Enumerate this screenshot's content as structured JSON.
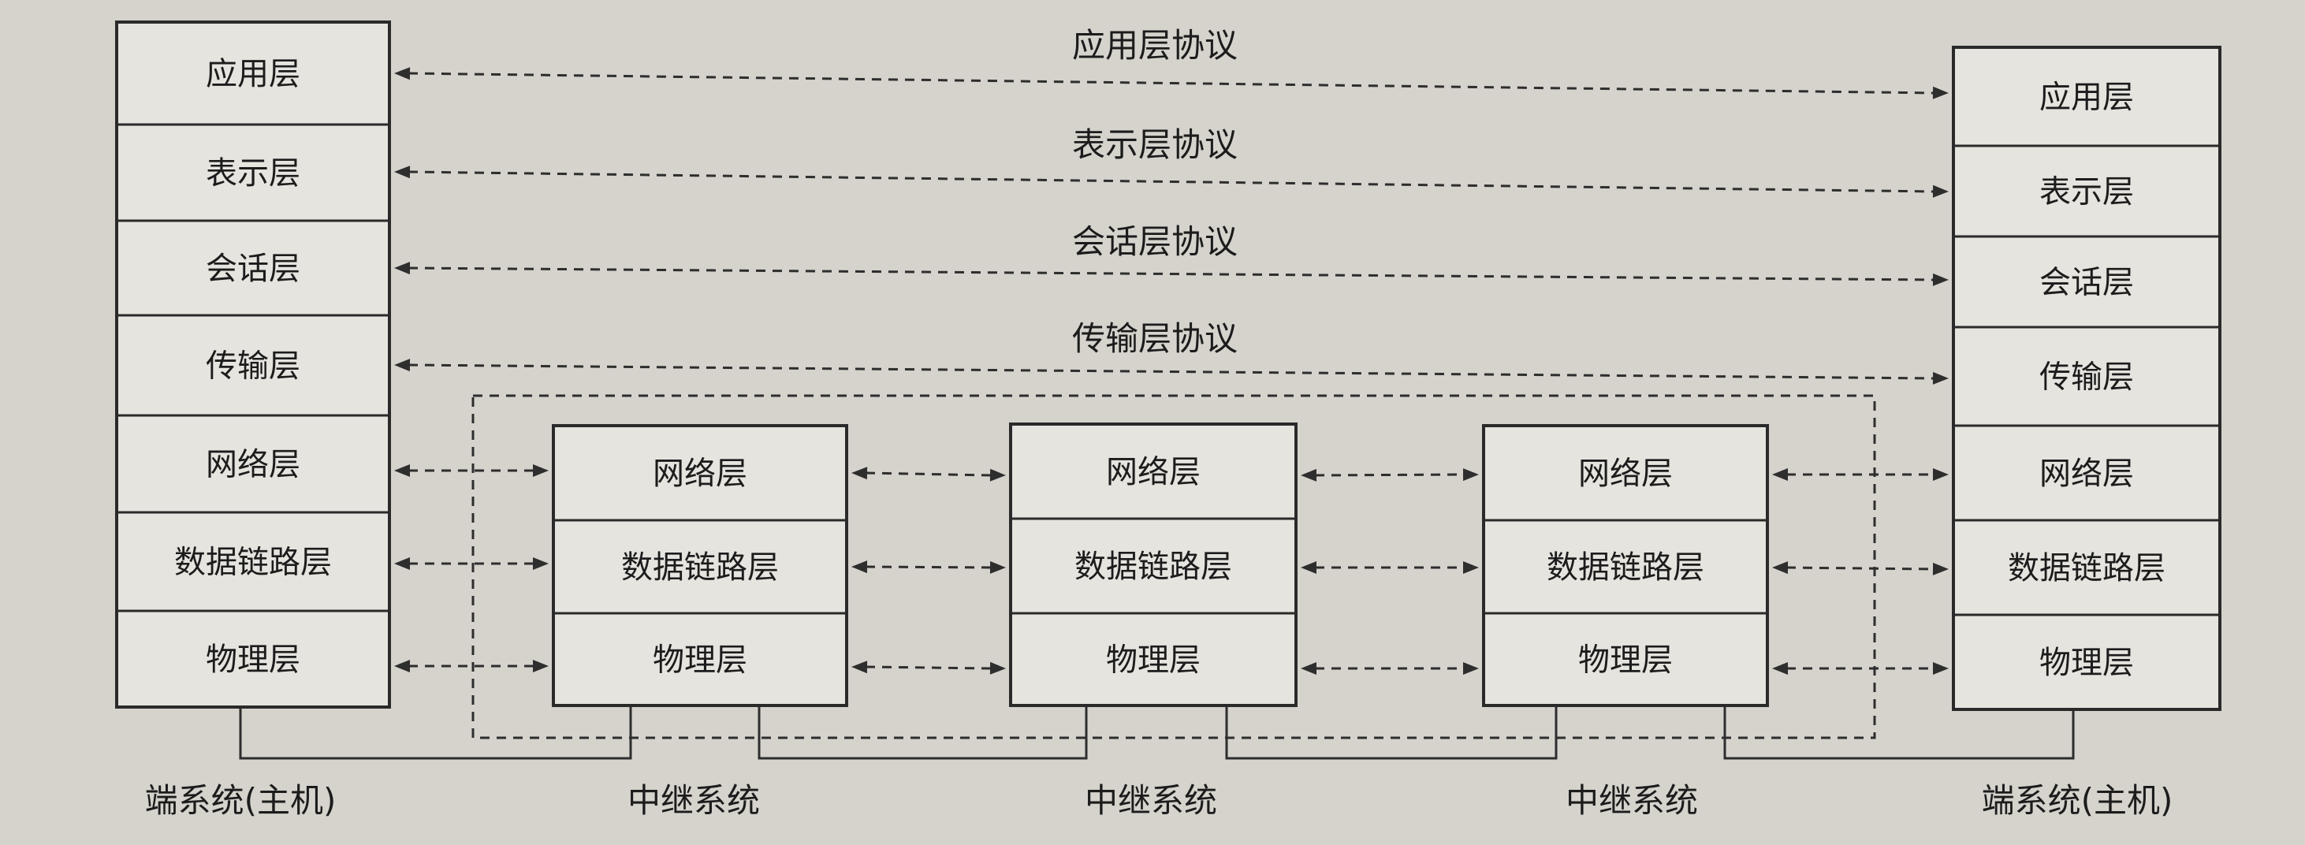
{
  "protocols": {
    "application": "应用层协议",
    "presentation": "表示层协议",
    "session": "会话层协议",
    "transport": "传输层协议"
  },
  "host_layers": [
    "应用层",
    "表示层",
    "会话层",
    "传输层",
    "网络层",
    "数据链路层",
    "物理层"
  ],
  "relay_layers": [
    "网络层",
    "数据链路层",
    "物理层"
  ],
  "captions": {
    "left_host": "端系统(主机)",
    "relay_1": "中继系统",
    "relay_2": "中继系统",
    "relay_3": "中继系统",
    "right_host": "端系统(主机)"
  },
  "colors": {
    "background": "#d6d3cd",
    "box_fill": "#e6e4df",
    "line": "#2e2e2e"
  }
}
